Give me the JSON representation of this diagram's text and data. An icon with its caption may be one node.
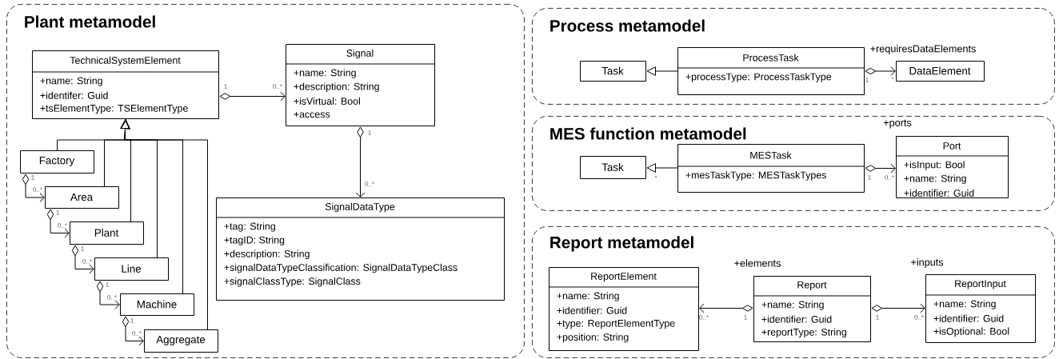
{
  "diagram": {
    "nodes": [
      {
        "text": [
          "Plant metamodel"
        ]
      },
      {
        "text": [
          "TechnicalSystemElement",
          "+name: String",
          "+identifer: Guid",
          "+tsElementType: TSElementType"
        ],
        "in": 0
      },
      {
        "text": [
          "Signal",
          "+name: String",
          "+description: String",
          "+isVirtual: Bool",
          "+access"
        ],
        "in": 0
      },
      {
        "text": [
          "Factory"
        ],
        "in": 0
      },
      {
        "text": [
          "Area"
        ],
        "in": 0
      },
      {
        "text": [
          "Plant"
        ],
        "in": 0
      },
      {
        "text": [
          "Line"
        ],
        "in": 0
      },
      {
        "text": [
          "Machine"
        ],
        "in": 0
      },
      {
        "text": [
          "Aggregate"
        ],
        "in": 0
      },
      {
        "text": [
          "SignalDataType",
          "+tag: String",
          "+tagID: String",
          "+description: String",
          "+signalDataTypeClassification: SignalDataTypeClass",
          "+signalClassType: SignalClass"
        ],
        "in": 0
      },
      {
        "text": [
          "Process metamodel"
        ]
      },
      {
        "text": [
          "Task"
        ],
        "in": 10
      },
      {
        "text": [
          "ProcessTask",
          "+processType: ProcessTaskType"
        ],
        "in": 10
      },
      {
        "text": [
          "DataElement"
        ],
        "in": 10
      },
      {
        "text": [
          "MES function metamodel"
        ]
      },
      {
        "text": [
          "Task"
        ],
        "in": 14
      },
      {
        "text": [
          "MESTask",
          "+mesTaskType: MESTaskTypes"
        ],
        "in": 14
      },
      {
        "text": [
          "Port",
          "+isInput: Bool",
          "+name: String",
          "+identifier: Guid"
        ],
        "in": 14
      },
      {
        "text": [
          "Report metamodel"
        ]
      },
      {
        "text": [
          "ReportElement",
          "+name: String",
          "+identifier: Guid",
          "+type: ReportElementType",
          "+position: String"
        ],
        "in": 18
      },
      {
        "text": [
          "Report",
          "+name: String",
          "+identifier: Guid",
          "+reportType: String"
        ],
        "in": 18
      },
      {
        "text": [
          "ReportInput",
          "+name: String",
          "+identifier: Guid",
          "+isOptional: Bool"
        ],
        "in": 18
      }
    ],
    "edges": [
      {
        "from": 1,
        "to": 2,
        "arrow": "to"
      },
      {
        "from": 2,
        "to": 9,
        "arrow": "to"
      },
      {
        "from": 3,
        "to": 1,
        "arrow": "to"
      },
      {
        "from": 4,
        "to": 1,
        "arrow": "to"
      },
      {
        "from": 5,
        "to": 1,
        "arrow": "to"
      },
      {
        "from": 6,
        "to": 1,
        "arrow": "to"
      },
      {
        "from": 7,
        "to": 1,
        "arrow": "to"
      },
      {
        "from": 8,
        "to": 1,
        "arrow": "to"
      },
      {
        "from": 3,
        "to": 4,
        "arrow": "to"
      },
      {
        "from": 4,
        "to": 5,
        "arrow": "to"
      },
      {
        "from": 5,
        "to": 6,
        "arrow": "to"
      },
      {
        "from": 6,
        "to": 7,
        "arrow": "to"
      },
      {
        "from": 7,
        "to": 8,
        "arrow": "to"
      },
      {
        "from": 12,
        "to": 11,
        "arrow": "to"
      },
      {
        "from": 12,
        "to": 13,
        "arrow": "to",
        "label": "+requiresDataElements"
      },
      {
        "from": 16,
        "to": 15,
        "arrow": "to"
      },
      {
        "from": 16,
        "to": 17,
        "arrow": "to",
        "label": "+ports"
      },
      {
        "from": 20,
        "to": 19,
        "arrow": "to",
        "label": "+elements"
      },
      {
        "from": 20,
        "to": 21,
        "arrow": "to",
        "label": "+inputs"
      }
    ],
    "labels": [
      "1",
      "0..*",
      "1",
      "0..*",
      "1",
      "0..*",
      "1",
      "0..*",
      "1",
      "0..*",
      "1",
      "0..*",
      "1",
      "0..*",
      "1",
      "*",
      "*",
      "1",
      "0..*",
      "0..*",
      "1",
      "1",
      "0..*"
    ]
  }
}
